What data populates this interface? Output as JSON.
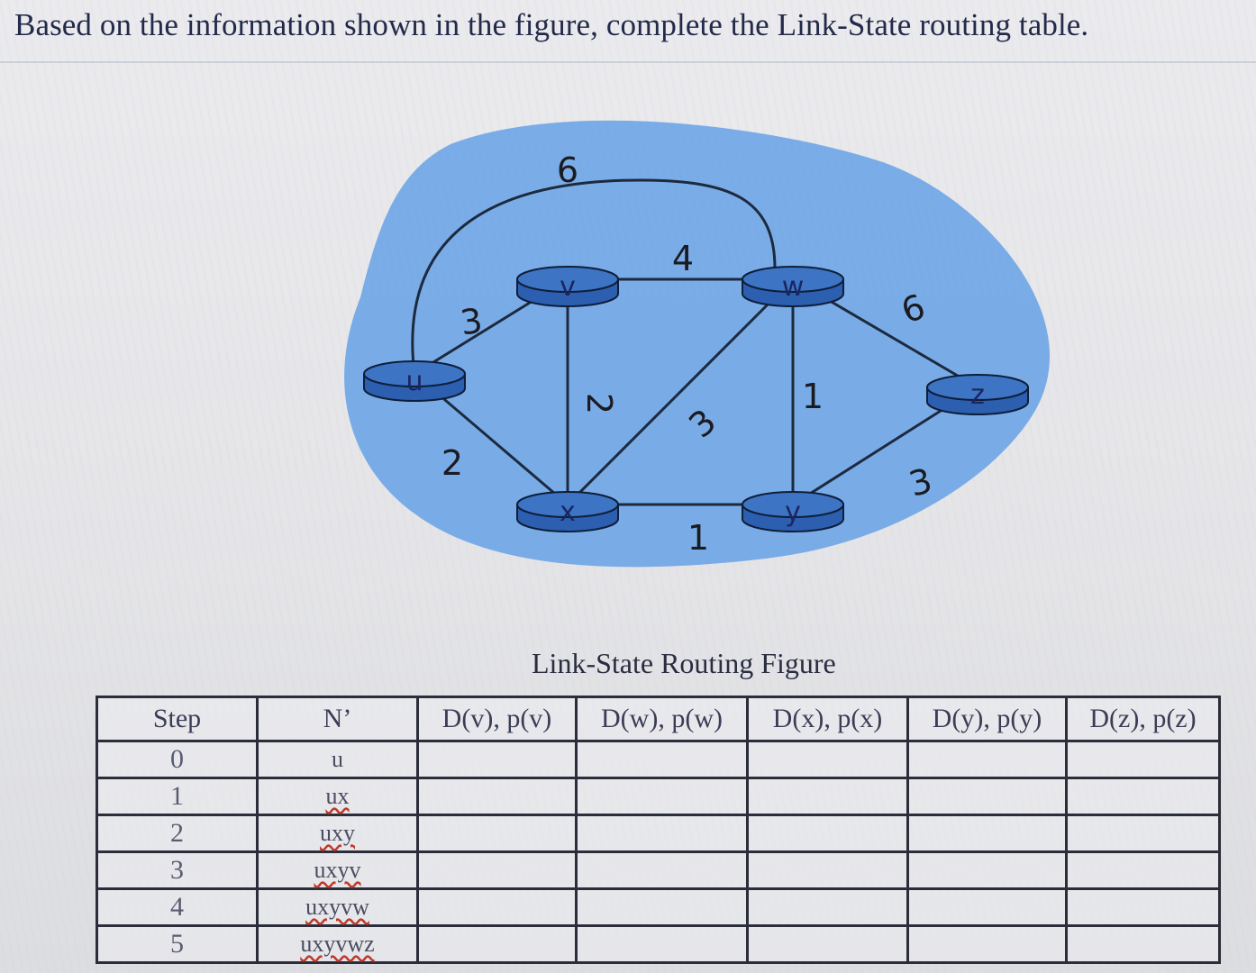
{
  "question": "Based on the information shown in the figure, complete the Link-State routing table.",
  "figure": {
    "caption": "Link-State Routing Figure",
    "nodes": [
      {
        "id": "u",
        "label": "u"
      },
      {
        "id": "v",
        "label": "v"
      },
      {
        "id": "w",
        "label": "w"
      },
      {
        "id": "x",
        "label": "x"
      },
      {
        "id": "y",
        "label": "y"
      },
      {
        "id": "z",
        "label": "z"
      }
    ],
    "edges": [
      {
        "from": "u",
        "to": "w",
        "cost": "6"
      },
      {
        "from": "u",
        "to": "v",
        "cost": "3"
      },
      {
        "from": "v",
        "to": "w",
        "cost": "4"
      },
      {
        "from": "w",
        "to": "z",
        "cost": "6"
      },
      {
        "from": "v",
        "to": "x",
        "cost": "2"
      },
      {
        "from": "x",
        "to": "w",
        "cost": "3"
      },
      {
        "from": "w",
        "to": "y",
        "cost": "1"
      },
      {
        "from": "u",
        "to": "x",
        "cost": "2"
      },
      {
        "from": "x",
        "to": "y",
        "cost": "1"
      },
      {
        "from": "y",
        "to": "z",
        "cost": "3"
      }
    ],
    "colors": {
      "cloud": "#6aa4e6",
      "router": "#2c5fb0",
      "router_top": "#3d74c4"
    }
  },
  "table": {
    "headers": [
      "Step",
      "N’",
      "D(v), p(v)",
      "D(w), p(w)",
      "D(x), p(x)",
      "D(y), p(y)",
      "D(z), p(z)"
    ],
    "rows": [
      {
        "step": "0",
        "nprime": "u"
      },
      {
        "step": "1",
        "nprime": "ux"
      },
      {
        "step": "2",
        "nprime": "uxy"
      },
      {
        "step": "3",
        "nprime": "uxyv"
      },
      {
        "step": "4",
        "nprime": "uxyvw"
      },
      {
        "step": "5",
        "nprime": "uxyvwz"
      }
    ]
  }
}
